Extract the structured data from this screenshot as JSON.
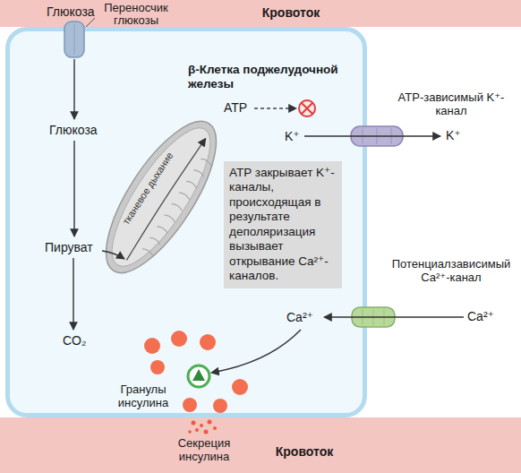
{
  "diagram": {
    "nodes": [
      {
        "text": [
          "Кровоток"
        ]
      },
      {
        "text": [
          "β-Клетка поджелудочной железы"
        ]
      },
      {
        "text": [
          "тканевое дыхание"
        ],
        "in": 1
      },
      {
        "text": [
          "ATP закрывает K⁺-каналы, происходящая в результате деполяризация вызывает открывание Ca²⁺-каналов."
        ],
        "in": 1
      },
      {
        "text": [
          "Кровоток"
        ]
      }
    ],
    "labels": [
      "Глюкоза",
      "Переносчик глюкозы",
      "Глюкоза",
      "ATP",
      "K⁺",
      "ATP-зависимый K⁺-канал",
      "K⁺",
      "Пируват",
      "Потенциалзависимый Ca²⁺-канал",
      "Ca²⁺",
      "Ca²⁺",
      "CO₂",
      "Гранулы инсулина",
      "Секреция инсулина"
    ]
  }
}
